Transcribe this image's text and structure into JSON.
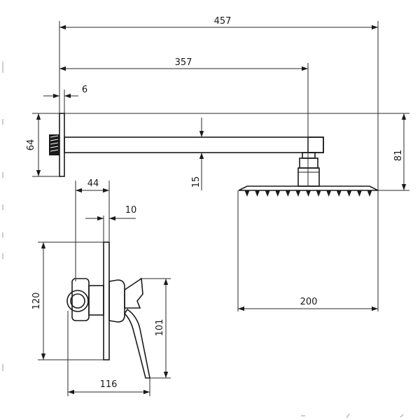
{
  "dimensions": {
    "arm_total_length": "457",
    "arm_to_head_center": "357",
    "wall_flange_thickness": "6",
    "wall_flange_height": "64",
    "arm_thickness": "15",
    "head_drop": "81",
    "head_width": "200",
    "mixer_depth": "44",
    "mixer_plate_thickness": "10",
    "mixer_plate_height": "120",
    "handle_height": "101",
    "mixer_total_depth": "116"
  }
}
